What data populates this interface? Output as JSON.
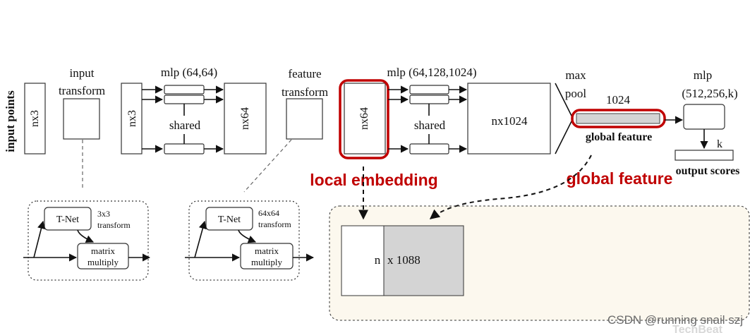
{
  "labels": {
    "input_points": "input points",
    "input_transform": [
      "input",
      "transform"
    ],
    "nx3": "nx3",
    "mlp1": "mlp (64,64)",
    "shared": "shared",
    "nx64": "nx64",
    "feature_transform": [
      "feature",
      "transform"
    ],
    "mlp2": "mlp (64,128,1024)",
    "nx1024": "nx1024",
    "max_pool": [
      "max",
      "pool"
    ],
    "size_1024": "1024",
    "global_feature": "global feature",
    "mlp3": [
      "mlp",
      "(512,256,k)"
    ],
    "k": "k",
    "output_scores": "output scores",
    "tnet": "T-Net",
    "t3_transform": [
      "3x3",
      "transform"
    ],
    "t64_transform": [
      "64x64",
      "transform"
    ],
    "matrix_multiply": [
      "matrix",
      "multiply"
    ],
    "local_embedding_annot": "local embedding",
    "global_feature_annot": "global feature",
    "concat_n": "n",
    "concat_dim": "x 1088",
    "watermark": "CSDN @running snail szj",
    "watermark2": "TechBeat"
  },
  "colors": {
    "highlight": "#c00000",
    "panel_bg": "#fcf8ee",
    "feature_fill": "#d4d4d4"
  }
}
